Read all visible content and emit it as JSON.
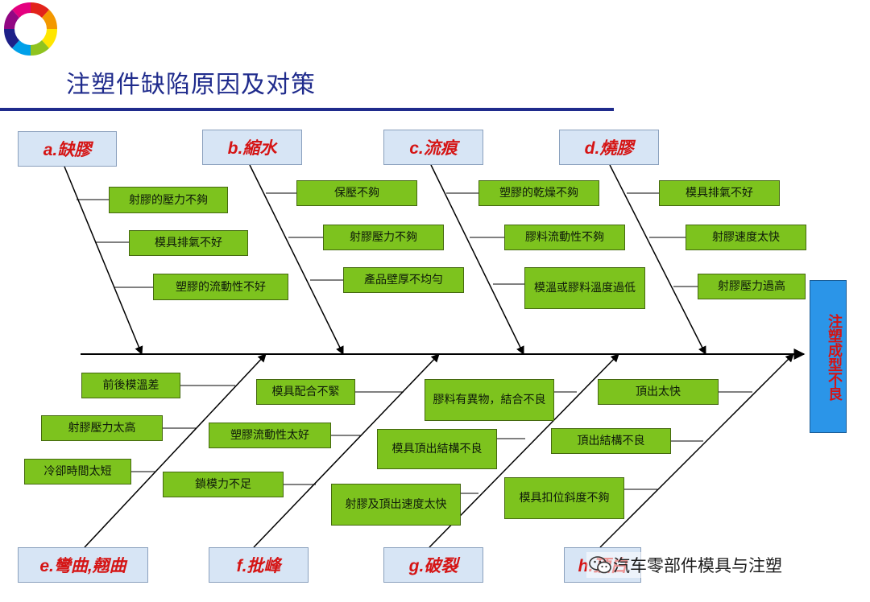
{
  "title": "注塑件缺陷原因及对策",
  "effect": "注塑成型不良",
  "categories": [
    {
      "id": "a",
      "label": "a.缺膠"
    },
    {
      "id": "b",
      "label": "b.縮水"
    },
    {
      "id": "c",
      "label": "c.流痕"
    },
    {
      "id": "d",
      "label": "d.燒膠"
    },
    {
      "id": "e",
      "label": "e.彎曲,翹曲"
    },
    {
      "id": "f",
      "label": "f.批峰"
    },
    {
      "id": "g",
      "label": "g.破裂"
    },
    {
      "id": "h",
      "label": "h.頂白"
    }
  ],
  "causes": {
    "a": [
      "射膠的壓力不夠",
      "模具排氣不好",
      "塑膠的流動性不好"
    ],
    "b": [
      "保壓不夠",
      "射膠壓力不夠",
      "產品壁厚不均勻"
    ],
    "c": [
      "塑膠的乾燥不夠",
      "膠料流動性不夠",
      "模溫或膠料溫度過低"
    ],
    "d": [
      "模具排氣不好",
      "射膠速度太快",
      "射膠壓力過高"
    ],
    "e": [
      "前後模溫差",
      "射膠壓力太高",
      "冷卻時間太短"
    ],
    "f": [
      "模具配合不緊",
      "塑膠流動性太好",
      "鎖模力不足"
    ],
    "g": [
      "膠料有異物，結合不良",
      "模具頂出結構不良",
      "射膠及頂出速度太快"
    ],
    "h": [
      "頂出太快",
      "頂出結構不良",
      "模具扣位斜度不夠"
    ]
  },
  "watermark": "汽车零部件模具与注塑",
  "colors": {
    "title": "#1f2b8c",
    "category_bg": "#d7e5f5",
    "category_text": "#d51414",
    "cause_bg": "#7dc31e",
    "effect_bg": "#2b95e8",
    "line": "#000000"
  },
  "logo_icon": "color-wheel-arrows-icon",
  "watermark_icon": "wechat-icon"
}
